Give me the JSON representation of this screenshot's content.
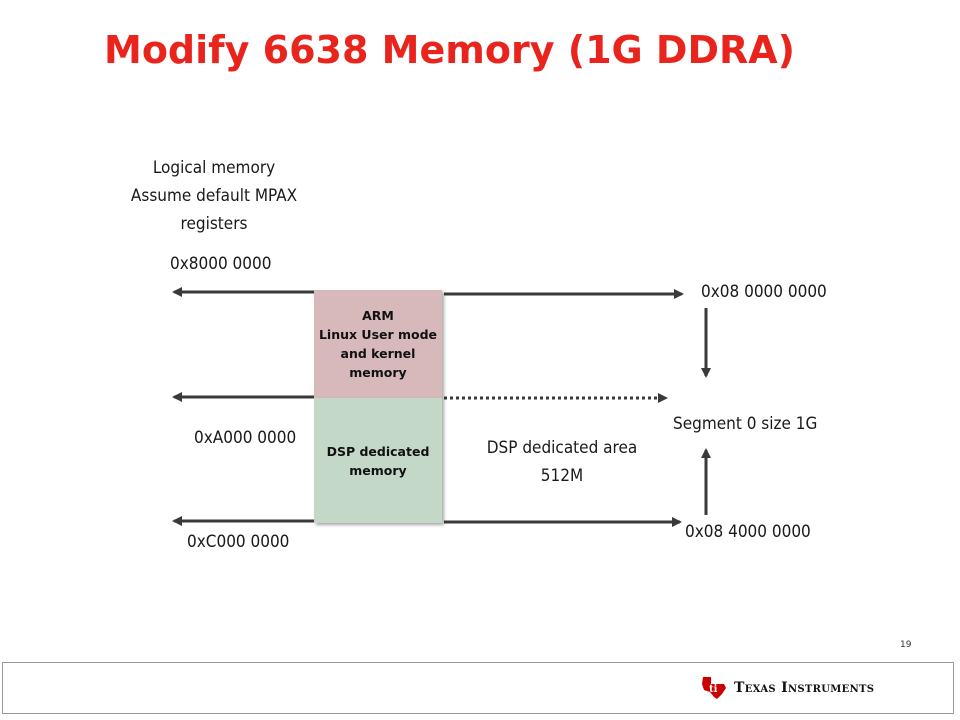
{
  "slide": {
    "title": "Modify 6638 Memory (1G DDRA)",
    "page_number": "19"
  },
  "diagram": {
    "logical_memory_heading": "Logical memory\nAssume default MPAX\nregisters",
    "logical_addresses": {
      "top": "0x8000 0000",
      "middle": "0xA000 0000",
      "bottom": "0xC000 0000"
    },
    "physical_addresses": {
      "top": "0x08 0000 0000",
      "bottom": "0x08 4000 0000"
    },
    "segment_label": "Segment 0 size 1G",
    "dsp_area_label": "DSP dedicated area\n512M",
    "arm_box": {
      "text": "ARM\nLinux User mode\nand kernel memory",
      "color": "#d7b9bc"
    },
    "dsp_box": {
      "text": "DSP dedicated\nmemory",
      "color": "#c4d8c8"
    }
  },
  "footer": {
    "logo_text": "Texas Instruments",
    "logo_icon": "texas-state-icon",
    "brand_color": "#cc0000"
  },
  "colors": {
    "title": "#e8241d",
    "arrow": "#3a3a3a"
  }
}
